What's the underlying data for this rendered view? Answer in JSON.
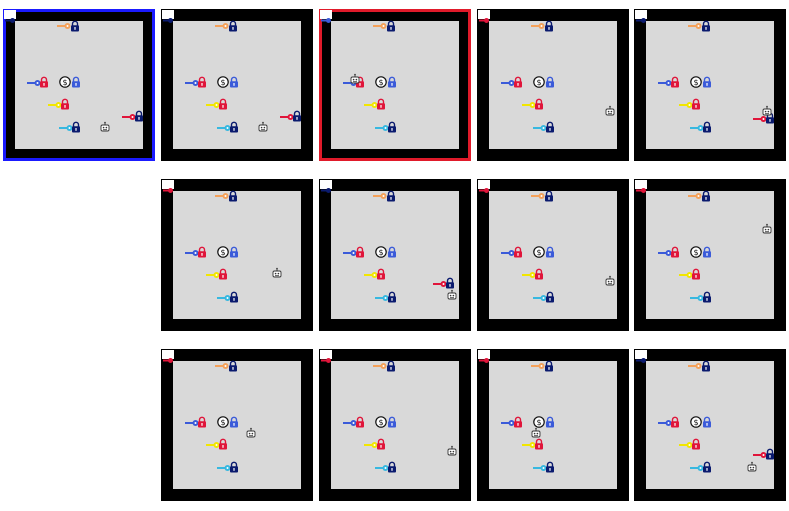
{
  "colors": {
    "navy": "#0a1a6e",
    "red": "#e0153a",
    "blue": "#3b5bd9",
    "yellow": "#f2e600",
    "cyan": "#37b8e0",
    "orange": "#f4a15a",
    "gold_lock": "#3b5bd9"
  },
  "boards": [
    {
      "id": "b1",
      "selected": "blue",
      "inv_key": "navy",
      "agent": "robot-right",
      "col": 0,
      "row": 0,
      "extra": "red-key-right"
    },
    {
      "id": "b2",
      "selected": null,
      "inv_key": "navy",
      "agent": "robot-right",
      "col": 1,
      "row": 0,
      "extra": "red-key-right"
    },
    {
      "id": "b3",
      "selected": "red",
      "inv_key": "blue",
      "agent": "robot-center",
      "col": 2,
      "row": 0,
      "extra": "none"
    },
    {
      "id": "b4",
      "selected": null,
      "inv_key": "red",
      "agent": "robot-right-edge",
      "col": 3,
      "row": 0,
      "extra": "none"
    },
    {
      "id": "b5",
      "selected": null,
      "inv_key": "navy",
      "agent": "robot-right-edge",
      "col": 4,
      "row": 0,
      "extra": "red-key-right"
    },
    {
      "id": "b6",
      "selected": null,
      "inv_key": "red",
      "agent": "robot-mid-right",
      "col": 1,
      "row": 1,
      "extra": "none"
    },
    {
      "id": "b7",
      "selected": null,
      "inv_key": "navy",
      "agent": "robot-bottom-edge",
      "col": 2,
      "row": 1,
      "extra": "red-key-right"
    },
    {
      "id": "b8",
      "selected": null,
      "inv_key": "red",
      "agent": "robot-right-edge",
      "col": 3,
      "row": 1,
      "extra": "none"
    },
    {
      "id": "b9",
      "selected": null,
      "inv_key": "red",
      "agent": "robot-top-right",
      "col": 4,
      "row": 1,
      "extra": "none"
    },
    {
      "id": "b10",
      "selected": null,
      "inv_key": "red",
      "agent": "robot-near-coin",
      "col": 1,
      "row": 2,
      "extra": "none"
    },
    {
      "id": "b11",
      "selected": null,
      "inv_key": "red",
      "agent": "robot-right-edge",
      "col": 2,
      "row": 2,
      "extra": "none"
    },
    {
      "id": "b12",
      "selected": null,
      "inv_key": "red",
      "agent": "robot-under-coin",
      "col": 3,
      "row": 2,
      "extra": "none"
    },
    {
      "id": "b13",
      "selected": null,
      "inv_key": "navy",
      "agent": "robot-bottom-right",
      "col": 4,
      "row": 2,
      "extra": "red-key-right"
    }
  ],
  "labels": {
    "coin_symbol": "$"
  }
}
